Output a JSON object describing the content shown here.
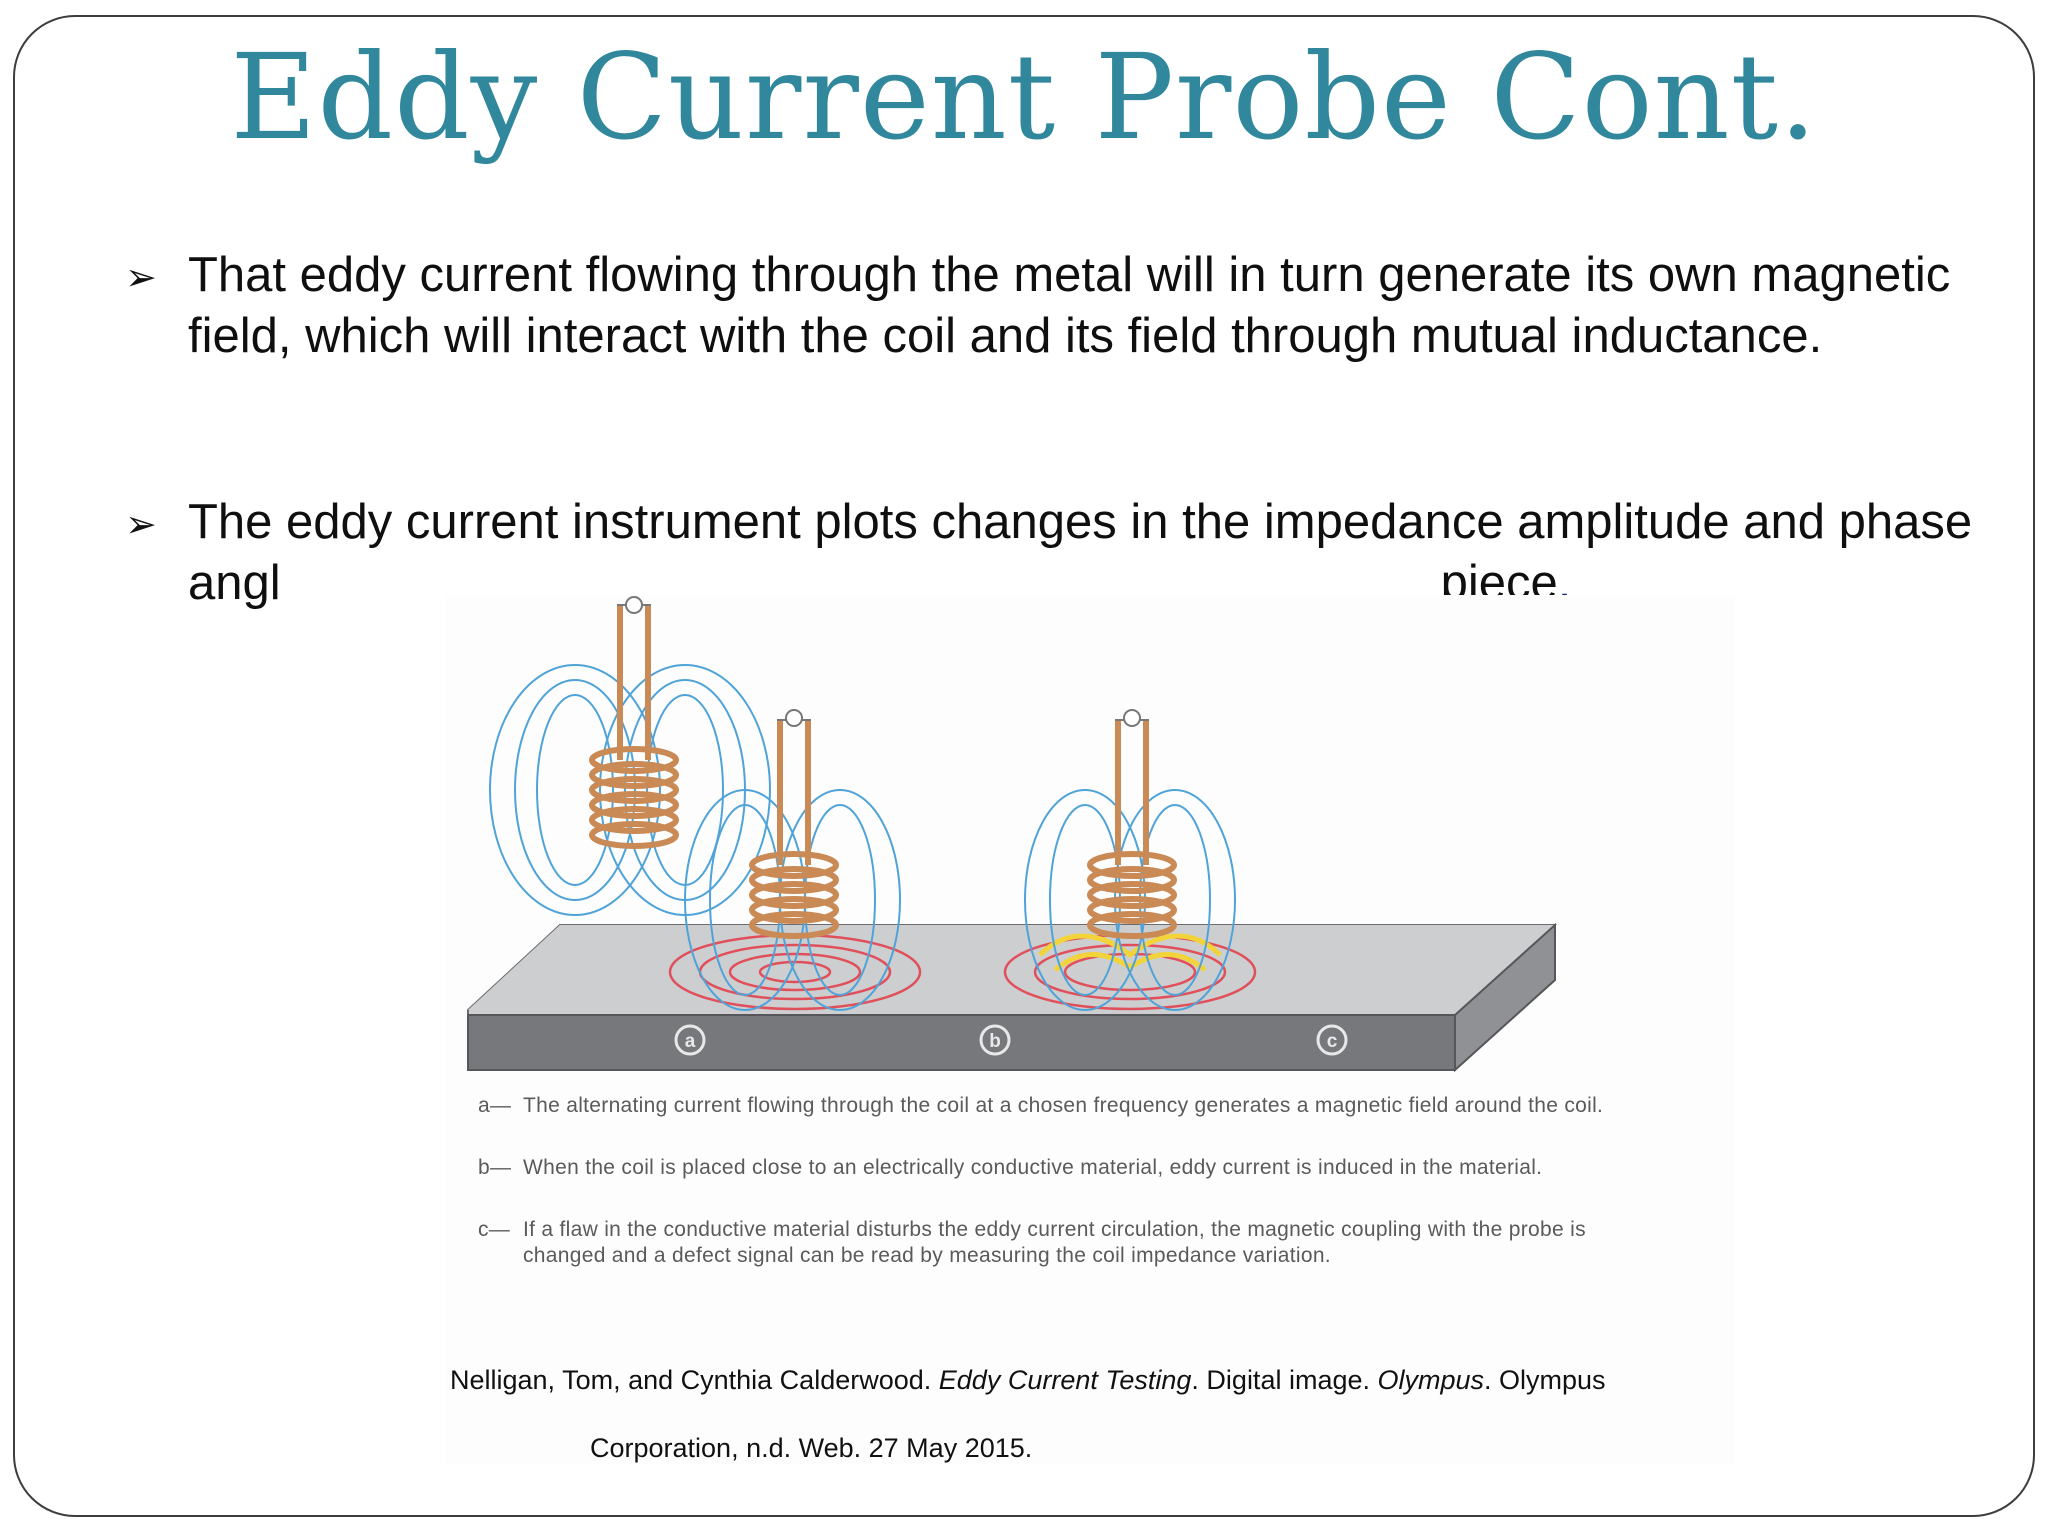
{
  "slide": {
    "title": "Eddy Current Probe Cont.",
    "bullets": [
      {
        "glyph": "➢",
        "text": "That eddy current flowing through the metal will in turn generate its own magnetic field, which will interact with the coil and its field through mutual inductance."
      },
      {
        "glyph": "➢",
        "text_visible_start": "The eddy current instrument plots changes in the impedance amplitude and phase angl",
        "text_visible_end": "piece",
        "period": "."
      }
    ]
  },
  "figure": {
    "coil_labels": [
      "a",
      "b",
      "c"
    ],
    "captions": [
      {
        "letter": "a—",
        "text": "The alternating current flowing through the coil at a chosen frequency generates a magnetic field around the coil."
      },
      {
        "letter": "b—",
        "text": "When the coil is placed close to an electrically conductive material, eddy current is induced in the material."
      },
      {
        "letter": "c—",
        "text": "If a flaw in the conductive material disturbs the eddy current circulation, the magnetic coupling with the probe is changed and a defect signal can be read by measuring the coil impedance variation."
      }
    ],
    "colors": {
      "coil": "#c98a55",
      "field_lines": "#4fa3d8",
      "eddy_currents": "#e0505a",
      "flaw_disturbance": "#f2d43a",
      "plate_top": "#cfcfd1",
      "plate_front": "#76777b"
    }
  },
  "citation": {
    "authors": "Nelligan, Tom, and Cynthia Calderwood. ",
    "work_title": "Eddy Current Testing",
    "middle": ". Digital image. ",
    "publisher_italic": "Olympus",
    "line1_end": ". Olympus",
    "line2": "Corporation, n.d. Web. 27 May 2015."
  }
}
